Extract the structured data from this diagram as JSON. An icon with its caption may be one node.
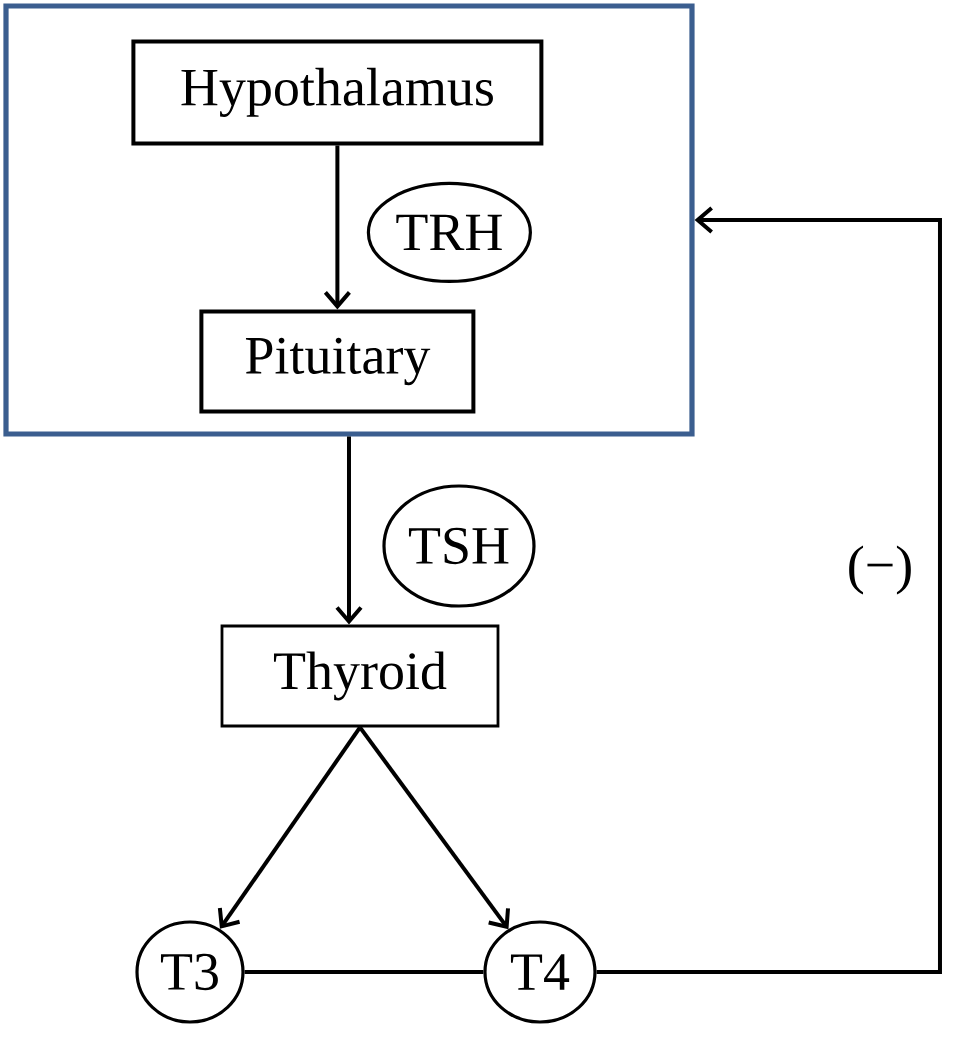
{
  "diagram": {
    "nodes": [
      {
        "text": [],
        "shape": "box"
      },
      {
        "text": [
          "Hypothalamus"
        ],
        "in": 0
      },
      {
        "text": [
          "TRH"
        ],
        "in": 0
      },
      {
        "text": [
          "Pituitary"
        ],
        "in": 0
      },
      {
        "text": [
          "TSH"
        ]
      },
      {
        "text": [
          "Thyroid"
        ]
      },
      {
        "text": [
          "T3"
        ]
      },
      {
        "text": [
          "T4"
        ]
      }
    ],
    "edges": [
      {
        "from": 1,
        "to": 3,
        "arrow": "to"
      },
      {
        "from": 0,
        "to": 5,
        "arrow": "to"
      },
      {
        "from": 5,
        "to": 6,
        "arrow": "to"
      },
      {
        "from": 5,
        "to": 7,
        "arrow": "to"
      },
      {
        "from": 6,
        "to": 7,
        "arrow": "none"
      },
      {
        "from": 7,
        "to": 0,
        "arrow": "to",
        "label": "(−)"
      }
    ]
  }
}
